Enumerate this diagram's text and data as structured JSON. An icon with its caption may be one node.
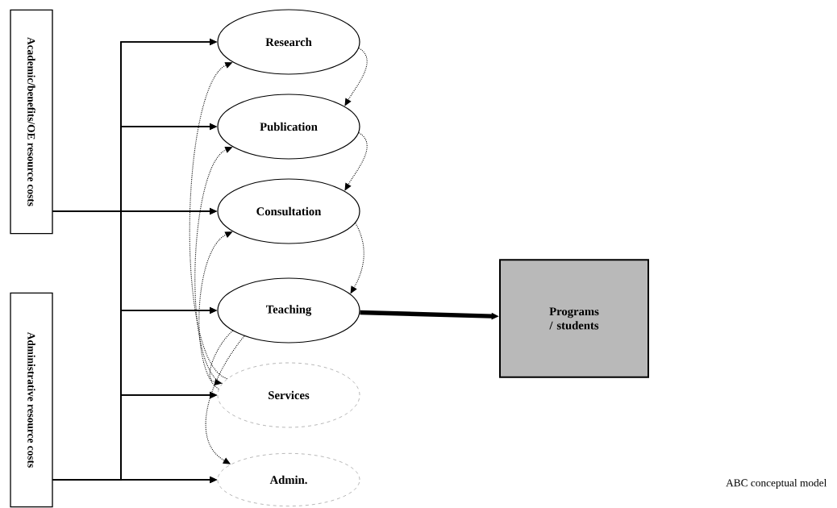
{
  "diagram": {
    "nodes": [
      {
        "text": [
          "Academic/benefits/OE resource costs"
        ]
      },
      {
        "text": [
          "Administrative resource costs"
        ]
      },
      {
        "text": [
          "Research"
        ]
      },
      {
        "text": [
          "Publication"
        ]
      },
      {
        "text": [
          "Consultation"
        ]
      },
      {
        "text": [
          "Teaching"
        ]
      },
      {
        "text": [
          "Services"
        ]
      },
      {
        "text": [
          "Admin."
        ]
      },
      {
        "text": [
          "Programs / students"
        ]
      }
    ],
    "edges": [
      {
        "from": 0,
        "to": 2,
        "arrow": "to"
      },
      {
        "from": 0,
        "to": 3,
        "arrow": "to"
      },
      {
        "from": 0,
        "to": 4,
        "arrow": "to"
      },
      {
        "from": 0,
        "to": 5,
        "arrow": "to"
      },
      {
        "from": 0,
        "to": 6,
        "arrow": "to"
      },
      {
        "from": 0,
        "to": 7,
        "arrow": "to"
      },
      {
        "from": 1,
        "to": 2,
        "arrow": "to"
      },
      {
        "from": 1,
        "to": 3,
        "arrow": "to"
      },
      {
        "from": 1,
        "to": 4,
        "arrow": "to"
      },
      {
        "from": 1,
        "to": 5,
        "arrow": "to"
      },
      {
        "from": 1,
        "to": 6,
        "arrow": "to"
      },
      {
        "from": 1,
        "to": 7,
        "arrow": "to"
      },
      {
        "from": 6,
        "to": 2,
        "arrow": "to",
        "style": "dashed"
      },
      {
        "from": 6,
        "to": 3,
        "arrow": "to",
        "style": "dashed"
      },
      {
        "from": 6,
        "to": 4,
        "arrow": "to",
        "style": "dashed"
      },
      {
        "from": 5,
        "to": 6,
        "arrow": "to",
        "style": "dashed"
      },
      {
        "from": 5,
        "to": 7,
        "arrow": "to",
        "style": "dashed"
      },
      {
        "from": 2,
        "to": 3,
        "arrow": "to",
        "style": "dashed"
      },
      {
        "from": 3,
        "to": 4,
        "arrow": "to",
        "style": "dashed"
      },
      {
        "from": 4,
        "to": 5,
        "arrow": "to",
        "style": "dashed"
      },
      {
        "from": 5,
        "to": 8,
        "arrow": "to",
        "style": "thick"
      }
    ],
    "labels": [
      "ABC conceptual model"
    ]
  }
}
